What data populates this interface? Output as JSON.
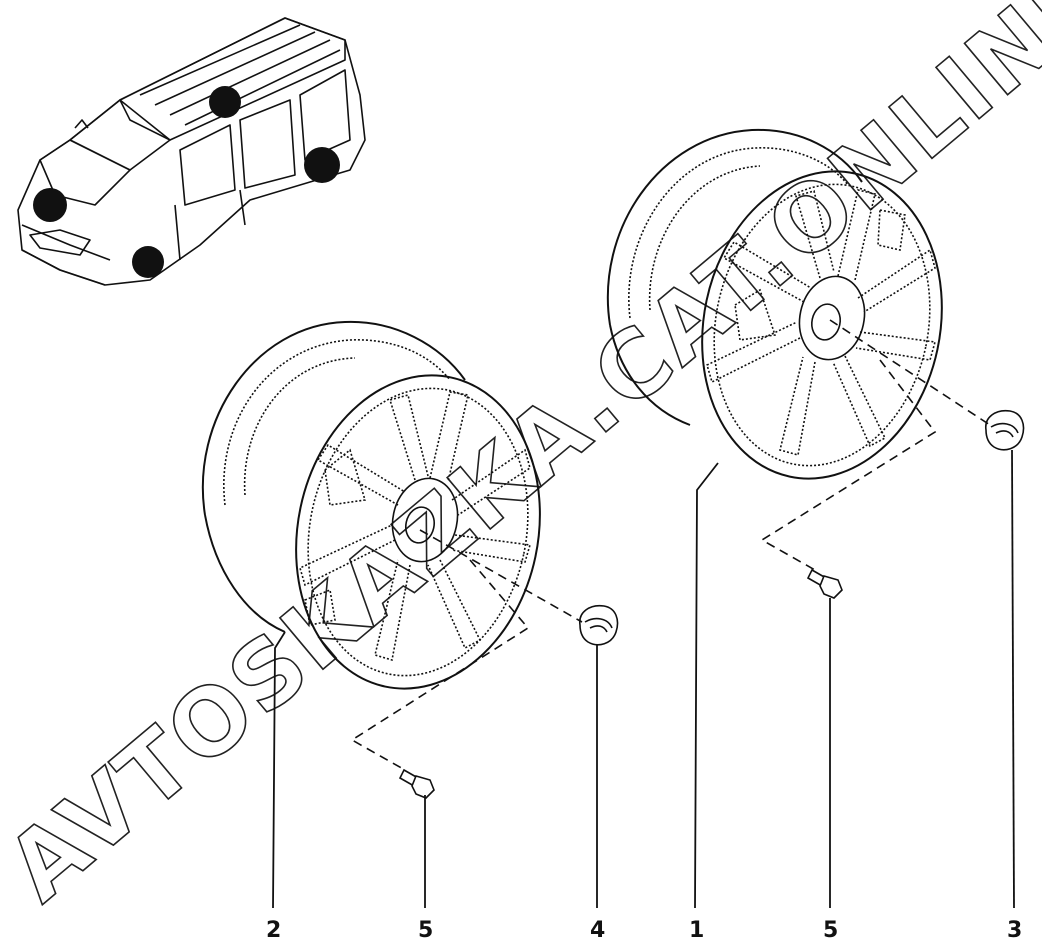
{
  "callouts": {
    "c1": "1",
    "c2": "2",
    "c3": "3",
    "c4": "4",
    "c5a": "5",
    "c5b": "5"
  },
  "watermark": "AVTOSKAZKA.CAT.ONLINE",
  "colors": {
    "line": "#111111",
    "background": "#ffffff",
    "marker": "#111111"
  },
  "icons": {
    "vehicle": "van-location-icon",
    "wheel": "alloy-wheel-icon",
    "cap": "center-cap-icon",
    "bolt": "wheel-bolt-icon"
  }
}
